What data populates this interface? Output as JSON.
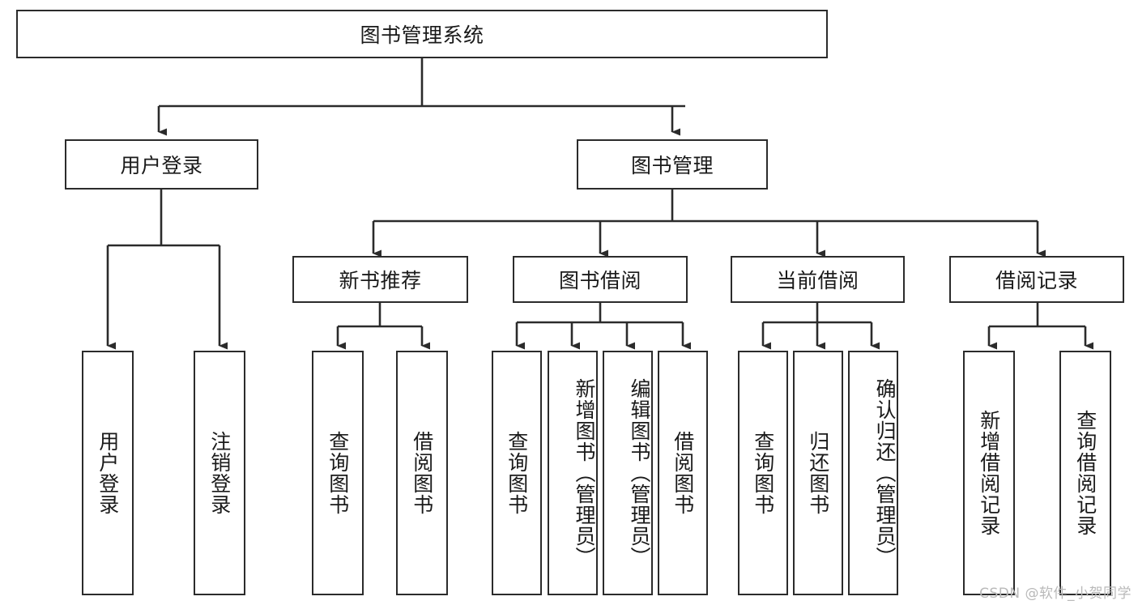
{
  "diagram": {
    "title": "图书管理系统",
    "type": "tree-hierarchy-chart",
    "root": {
      "label": "图书管理系统"
    },
    "level2": [
      {
        "label": "用户登录"
      },
      {
        "label": "图书管理"
      }
    ],
    "level3": [
      {
        "label": "新书推荐"
      },
      {
        "label": "图书借阅"
      },
      {
        "label": "当前借阅"
      },
      {
        "label": "借阅记录"
      }
    ],
    "leaves": {
      "user_login": [
        {
          "label": "用户登录"
        },
        {
          "label": "注销登录"
        }
      ],
      "new_book_recommend": [
        {
          "label": "查询图书"
        },
        {
          "label": "借阅图书"
        }
      ],
      "book_borrow": [
        {
          "label": "查询图书"
        },
        {
          "label": "新增图书（管理员）"
        },
        {
          "label": "编辑图书（管理员）"
        },
        {
          "label": "借阅图书"
        }
      ],
      "current_borrow": [
        {
          "label": "查询图书"
        },
        {
          "label": "归还图书"
        },
        {
          "label": "确认归还（管理员）"
        }
      ],
      "borrow_record": [
        {
          "label": "新增借阅记录"
        },
        {
          "label": "查询借阅记录"
        }
      ]
    }
  },
  "watermark": {
    "text": "CSDN @软件_小贺同学"
  },
  "colors": {
    "stroke": "#2b2b2b",
    "fill": "#ffffff",
    "text": "#1a1a1a",
    "watermark": "#b9b9b9"
  }
}
